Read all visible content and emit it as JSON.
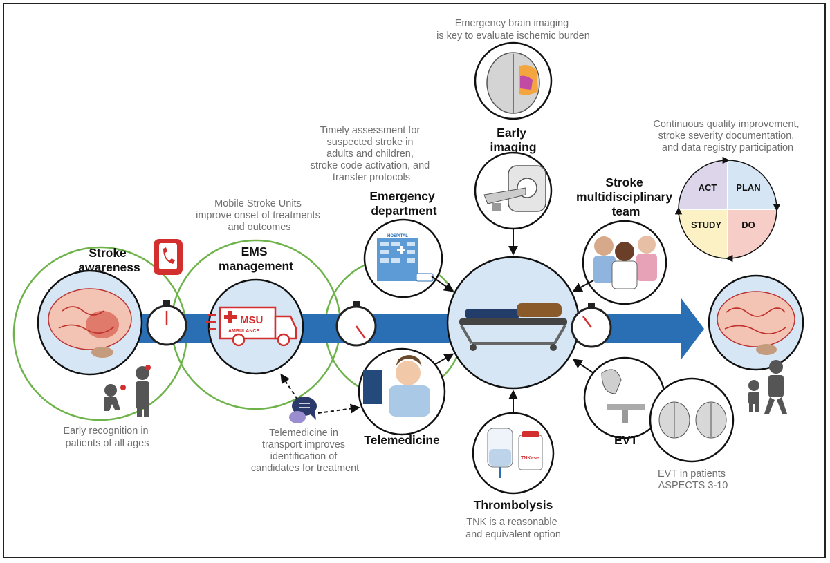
{
  "nodes": {
    "awareness": {
      "title": [
        "Stroke",
        "awareness"
      ],
      "note": [
        "Early recognition in",
        "patients of all ages"
      ]
    },
    "ems": {
      "title": [
        "EMS",
        "management"
      ],
      "note": [
        "Mobile Stroke Units",
        "improve onset of treatments",
        "and outcomes"
      ],
      "msu_label": "MSU",
      "ambulance_label": "AMBULANCE"
    },
    "ed": {
      "title": [
        "Emergency",
        "department"
      ],
      "note": [
        "Timely assessment for",
        "suspected stroke in",
        "adults and children,",
        "stroke code activation, and",
        "transfer protocols"
      ],
      "hospital_label": "HOSPITAL"
    },
    "imaging": {
      "title": [
        "Early",
        "imaging"
      ],
      "note": [
        "Emergency brain imaging",
        "is key to evaluate ischemic burden"
      ]
    },
    "team": {
      "title": [
        "Stroke",
        "multidisciplinary",
        "team"
      ]
    },
    "quality": {
      "note": [
        "Continuous quality improvement,",
        "stroke severity documentation,",
        "and data registry participation"
      ],
      "pdca": [
        "ACT",
        "PLAN",
        "STUDY",
        "DO"
      ]
    },
    "telemedicine": {
      "title": [
        "Telemedicine"
      ],
      "note": [
        "Telemedicine in",
        "transport improves",
        "identification of",
        "candidates for treatment"
      ]
    },
    "thrombolysis": {
      "title": [
        "Thrombolysis"
      ],
      "note": [
        "TNK is a reasonable",
        "and equivalent option"
      ],
      "vial_label": "TNKase"
    },
    "evt": {
      "title": [
        "EVT"
      ],
      "note": [
        "EVT in patients",
        "ASPECTS 3-10"
      ]
    }
  },
  "colors": {
    "ring_green": "#6db34a",
    "arrow_blue": "#2a6fb3",
    "hub_fill": "#d6e6f4",
    "alert_red": "#d32f2f",
    "act": "#ddd6ea",
    "plan": "#d5e5f4",
    "study": "#fbf1c5",
    "do": "#f6cdc7"
  },
  "icons": [
    "brain-icon",
    "phone-icon",
    "stopwatch-icon",
    "ambulance-icon",
    "hospital-icon",
    "ct-scanner-icon",
    "stretcher-icon",
    "clinicians-icon",
    "iv-bag-icon",
    "vial-icon",
    "angiography-icon",
    "chat-icon",
    "child-icon",
    "person-icon"
  ]
}
